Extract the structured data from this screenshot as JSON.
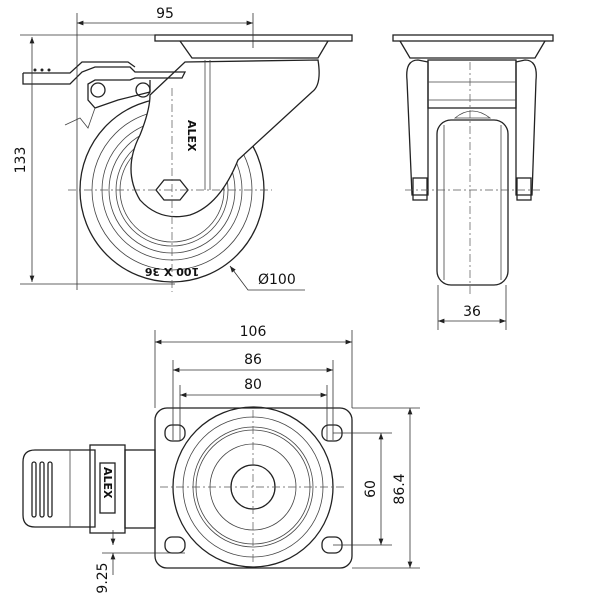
{
  "side_view": {
    "dim_offset": "95",
    "dim_height": "133",
    "dim_diameter": "Ø100",
    "wheel_marking": "100 X 36",
    "brand_mark": "ALEX"
  },
  "front_view": {
    "dim_wheel_width": "36"
  },
  "top_view": {
    "dim_plate_width": "106",
    "dim_hole_outer": "86",
    "dim_hole_inner": "80",
    "dim_hole_spacing": "60",
    "dim_plate_depth": "86.4",
    "dim_offset_small": "9.25",
    "brand_mark": "ALEX"
  }
}
